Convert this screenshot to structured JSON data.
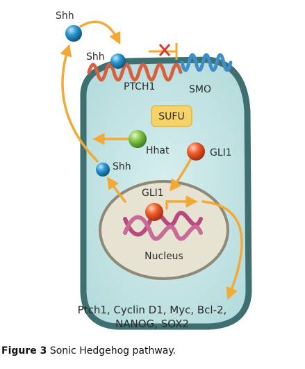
{
  "diagram": {
    "labels": {
      "shh_outside": "Shh",
      "shh_receptor": "Shh",
      "ptch1": "PTCH1",
      "smo": "SMO",
      "sufu": "SUFU",
      "hhat": "Hhat",
      "gli1_cytoplasm": "GLI1",
      "shh_cytoplasm": "Shh",
      "gli1_nucleus": "GLI1",
      "nucleus": "Nucleus"
    },
    "target_genes_line1": "Ptch1, Cyclin D1, Myc, Bcl-2,",
    "target_genes_line2": "NANOG, SOX2"
  },
  "caption": {
    "label": "Figure 3",
    "text": "Sonic Hedgehog pathway."
  },
  "colors": {
    "arrow": "#f4a934",
    "cell_fill": "#c9e7e8",
    "cell_border": "#3e6f71",
    "nucleus_fill": "#e7e3d3",
    "nucleus_border": "#8f8876",
    "ptch1": "#d9603e",
    "smo": "#3d8fcb",
    "sufu": "#f6d26b",
    "shh": "#1a86c4",
    "hhat": "#7bc241",
    "gli1": "#ec5a2c",
    "inhibition_x": "#d93a2b",
    "dna": "#b8487d"
  }
}
